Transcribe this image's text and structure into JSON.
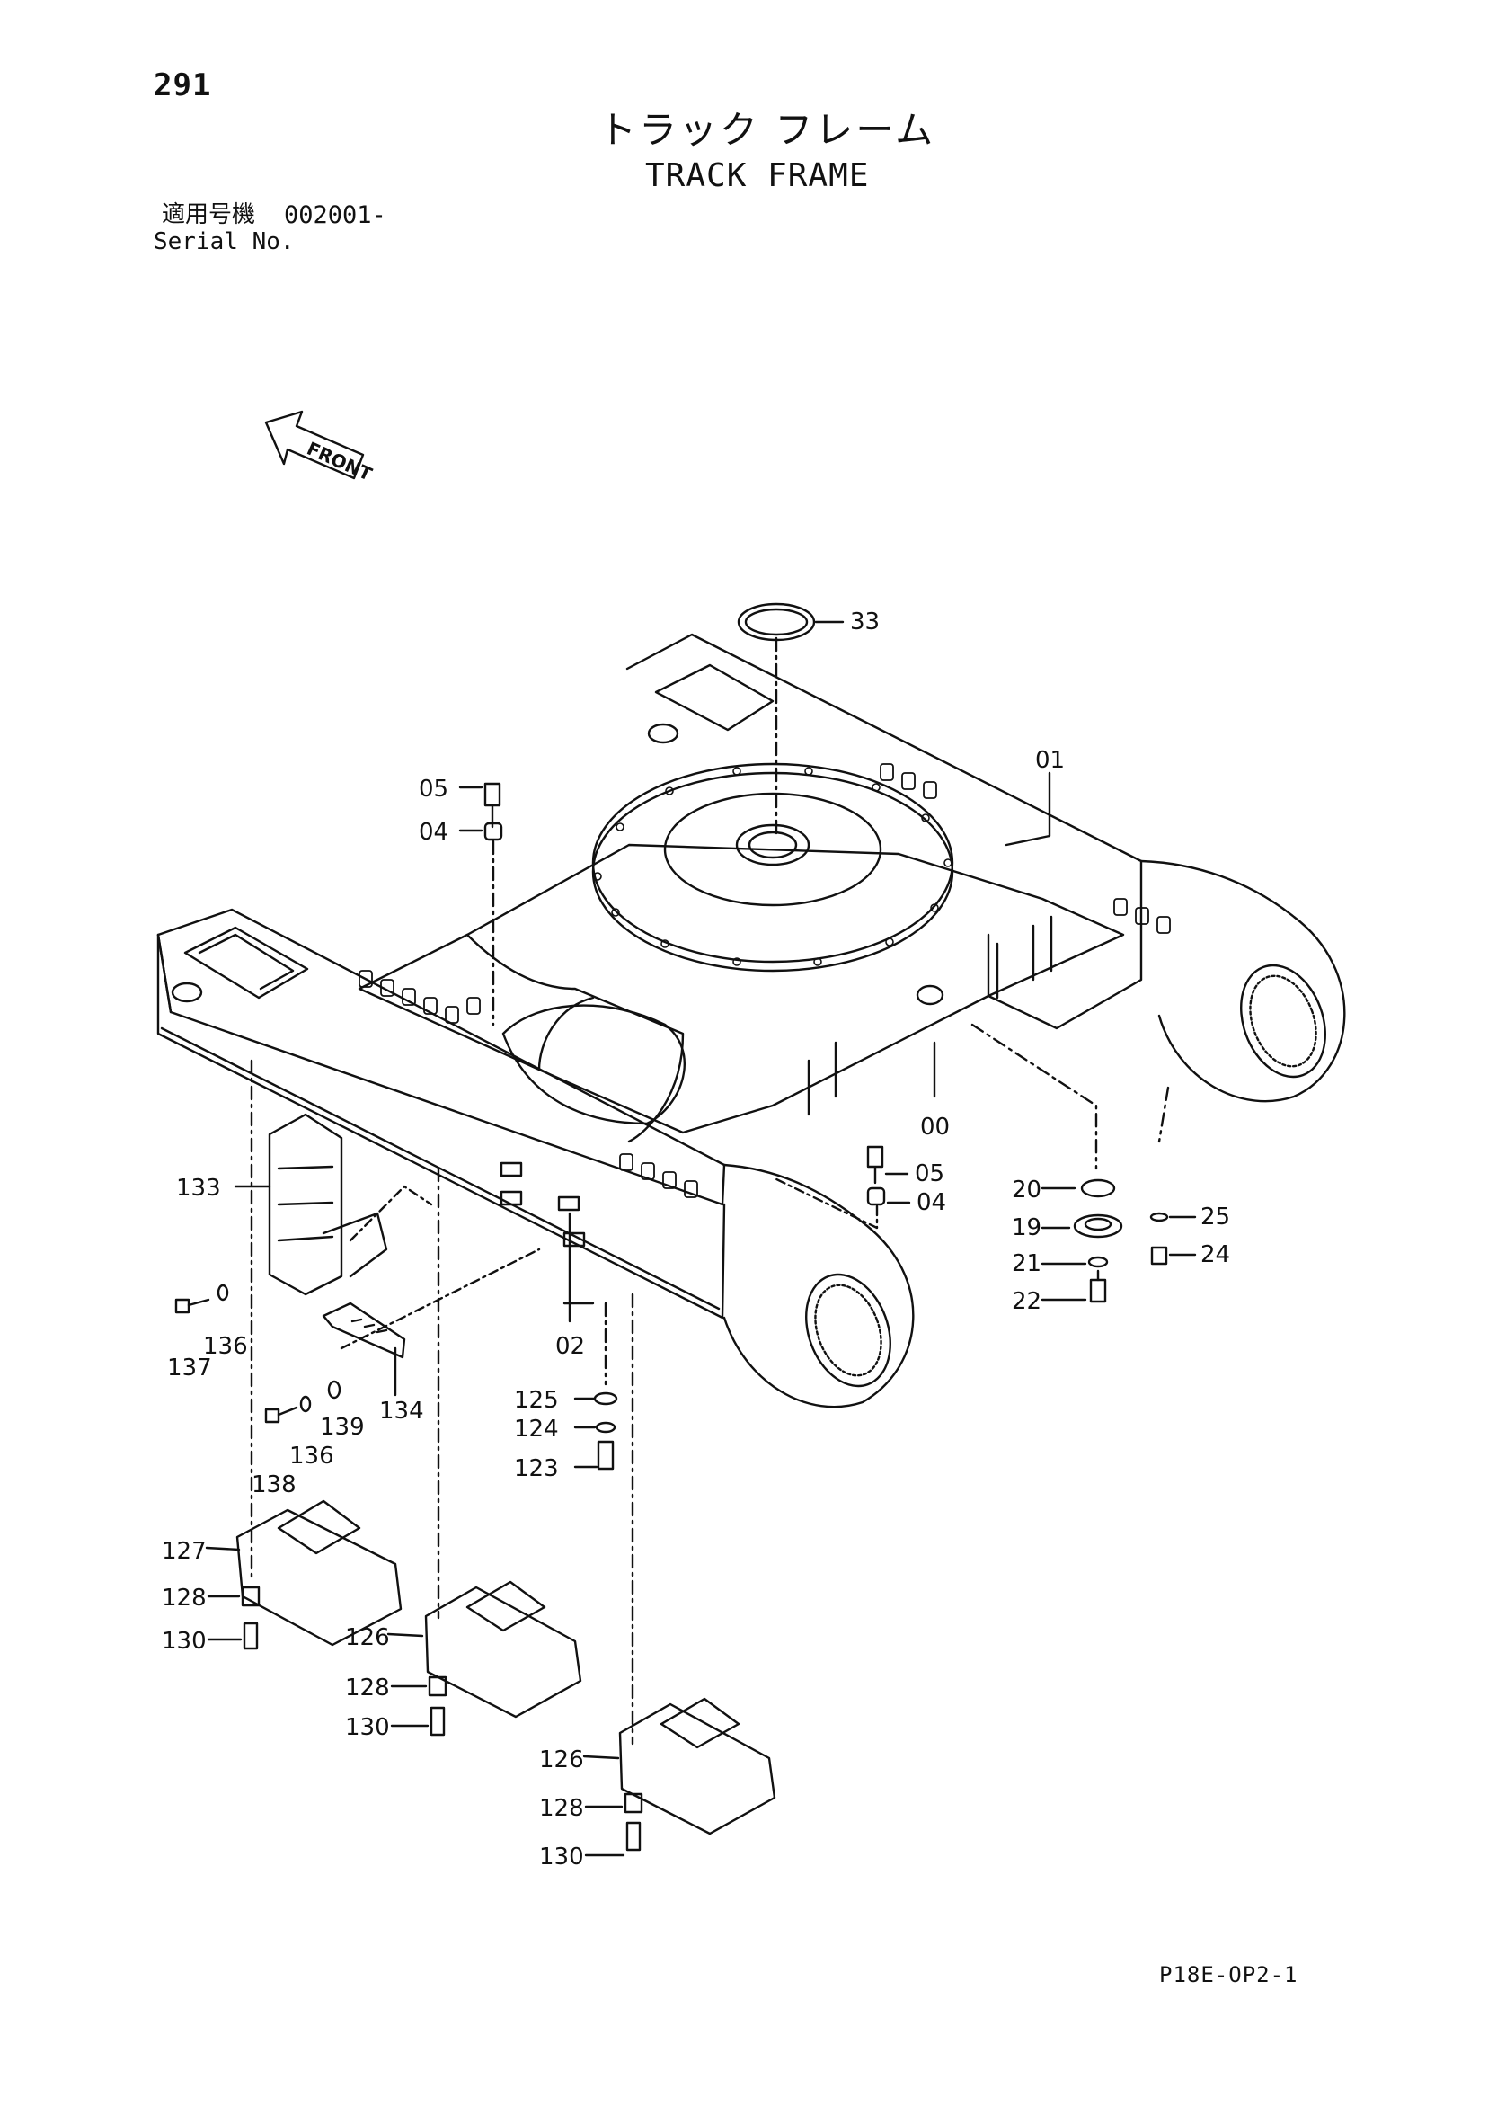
{
  "header": {
    "page_number": "291",
    "title_jp": "トラック フレーム",
    "title_en": "TRACK FRAME",
    "serial_label_jp": "適用号機",
    "serial_value": "002001-",
    "serial_label_en": "Serial No."
  },
  "front_arrow": {
    "label": "FRONT"
  },
  "callouts": {
    "c33": "33",
    "c01": "01",
    "c05a": "05",
    "c04a": "04",
    "c00": "00",
    "c05b": "05",
    "c04b": "04",
    "c20": "20",
    "c19": "19",
    "c21": "21",
    "c22": "22",
    "c25": "25",
    "c24": "24",
    "c133": "133",
    "c137": "137",
    "c136a": "136",
    "c02": "02",
    "c134": "134",
    "c139": "139",
    "c136b": "136",
    "c138": "138",
    "c125": "125",
    "c124": "124",
    "c123": "123",
    "c127": "127",
    "c128a": "128",
    "c130a": "130",
    "c126a": "126",
    "c128b": "128",
    "c130b": "130",
    "c126b": "126",
    "c128c": "128",
    "c130c": "130"
  },
  "footer": {
    "drawing_code": "P18E-OP2-1"
  }
}
